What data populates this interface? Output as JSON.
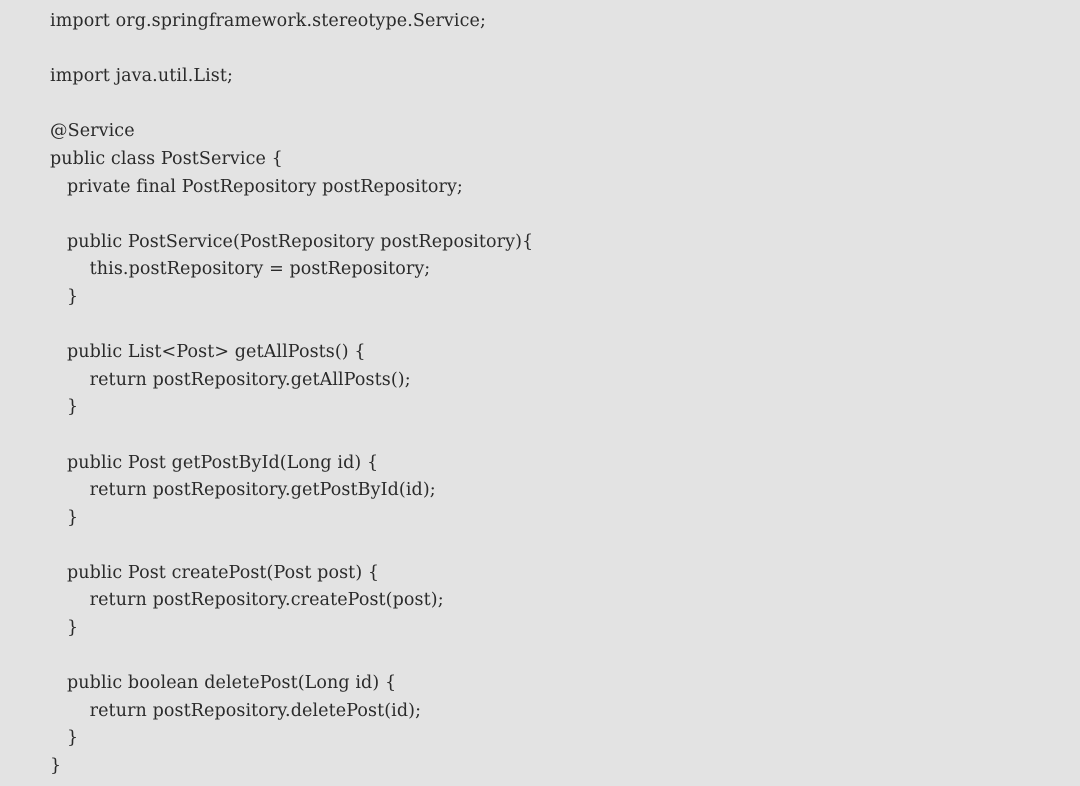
{
  "code": {
    "language": "Java",
    "lines": [
      "import org.springframework.stereotype.Service;",
      "",
      "import java.util.List;",
      "",
      "@Service",
      "public class PostService {",
      "   private final PostRepository postRepository;",
      "",
      "   public PostService(PostRepository postRepository){",
      "       this.postRepository = postRepository;",
      "   }",
      "",
      "   public List<Post> getAllPosts() {",
      "       return postRepository.getAllPosts();",
      "   }",
      "",
      "   public Post getPostById(Long id) {",
      "       return postRepository.getPostById(id);",
      "   }",
      "",
      "   public Post createPost(Post post) {",
      "       return postRepository.createPost(post);",
      "   }",
      "",
      "   public boolean deletePost(Long id) {",
      "       return postRepository.deletePost(id);",
      "   }",
      "}"
    ]
  },
  "colors": {
    "panel_background": "#e3e3e3",
    "text": "#2a2a2a"
  }
}
